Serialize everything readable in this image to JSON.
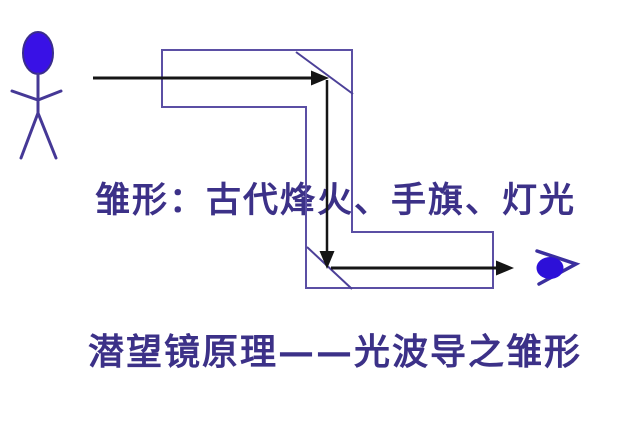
{
  "captions": {
    "middle": "雏形：古代烽火、手旗、灯光",
    "bottom": "潜望镜原理——光波导之雏形"
  },
  "icons": {
    "person": "stick-figure-person-icon",
    "eye": "eye-icon",
    "periscope": "z-shaped-periscope-tube",
    "mirrors": "two-45-degree-mirror-lines",
    "light": "light-ray-arrows"
  },
  "colors": {
    "background": "#ffffff",
    "caption_text": "#3c3188",
    "tube_outline": "#5b4fa4",
    "mirror_line": "#4c4098",
    "figure_stroke": "#453896",
    "head_fill": "#3911e6",
    "eye_fill": "#2d10d8",
    "light_arrow": "#151515"
  }
}
